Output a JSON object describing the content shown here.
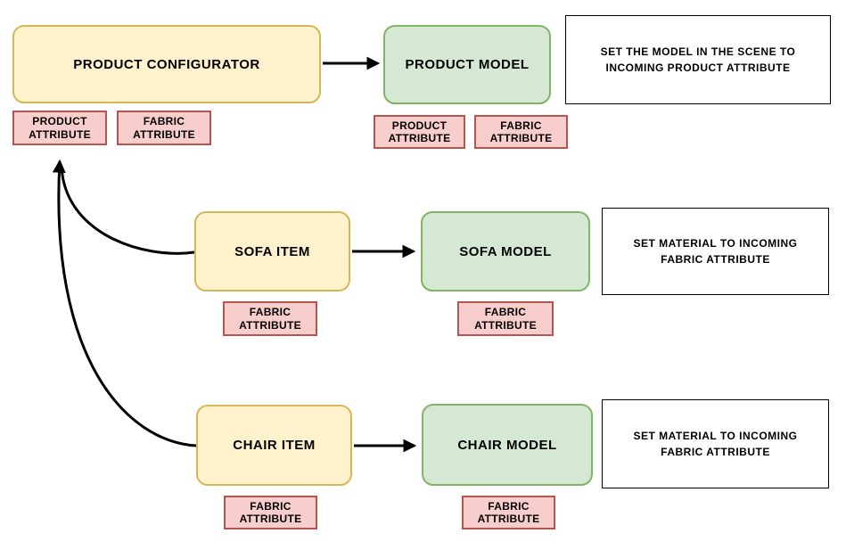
{
  "palette": {
    "item_fill": "#FFF2CC",
    "item_border": "#D6B656",
    "model_fill": "#D5E8D4",
    "model_border": "#82B366",
    "attribute_fill": "#F8CECC",
    "attribute_border": "#B85450",
    "note_fill": "#FFFFFF",
    "note_border": "#000000",
    "connector": "#000000",
    "text": "#000000"
  },
  "diagram": {
    "product_flow": {
      "source": "PRODUCT CONFIGURATOR",
      "target": "PRODUCT MODEL",
      "source_attributes": [
        "PRODUCT ATTRIBUTE",
        "FABRIC ATTRIBUTE"
      ],
      "target_attributes": [
        "PRODUCT ATTRIBUTE",
        "FABRIC ATTRIBUTE"
      ],
      "note": "SET THE MODEL IN THE SCENE TO INCOMING PRODUCT ATTRIBUTE"
    },
    "sofa_flow": {
      "source": "SOFA ITEM",
      "target": "SOFA MODEL",
      "source_attributes": [
        "FABRIC ATTRIBUTE"
      ],
      "target_attributes": [
        "FABRIC ATTRIBUTE"
      ],
      "note": "SET MATERIAL TO INCOMING FABRIC ATTRIBUTE"
    },
    "chair_flow": {
      "source": "CHAIR ITEM",
      "target": "CHAIR MODEL",
      "source_attributes": [
        "FABRIC ATTRIBUTE"
      ],
      "target_attributes": [
        "FABRIC ATTRIBUTE"
      ],
      "note": "SET MATERIAL TO INCOMING FABRIC ATTRIBUTE"
    },
    "feedback_connections": [
      {
        "from": "SOFA ITEM",
        "to": "PRODUCT ATTRIBUTE"
      },
      {
        "from": "CHAIR ITEM",
        "to": "PRODUCT ATTRIBUTE"
      }
    ]
  }
}
